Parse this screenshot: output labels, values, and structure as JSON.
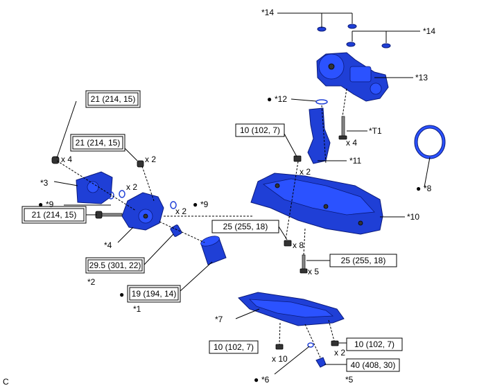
{
  "figure_letter": "C",
  "torque_specs": [
    "21 (214, 15)",
    "21 (214, 15)",
    "21 (214, 15)",
    "10 (102, 7)",
    "25 (255, 18)",
    "25 (255, 18)",
    "29.5 (301, 22)",
    "19 (194, 14)",
    "10 (102, 7)",
    "10 (102, 7)",
    "40 (408, 30)"
  ],
  "part_labels": {
    "p1": "*1",
    "p2": "*2",
    "p3": "*3",
    "p4": "*4",
    "p5": "*5",
    "p6": "*6",
    "p7": "*7",
    "p8": "*8",
    "p9a": "*9",
    "p9b": "*9",
    "p10": "*10",
    "p11": "*11",
    "p12": "*12",
    "p13": "*13",
    "p14a": "*14",
    "p14b": "*14",
    "t1": "*T1"
  },
  "quantities": {
    "q1": "x 4",
    "q2": "x 2",
    "q3": "x 2",
    "q4": "x 2",
    "q5": "x 4",
    "q6": "x 2",
    "q7": "x 8",
    "q8": "x 5",
    "q9": "x 10",
    "q10": "x 2"
  },
  "bullet_symbol": "●",
  "colors": {
    "part_blue": "#1f3fd6",
    "outline": "#000000"
  }
}
